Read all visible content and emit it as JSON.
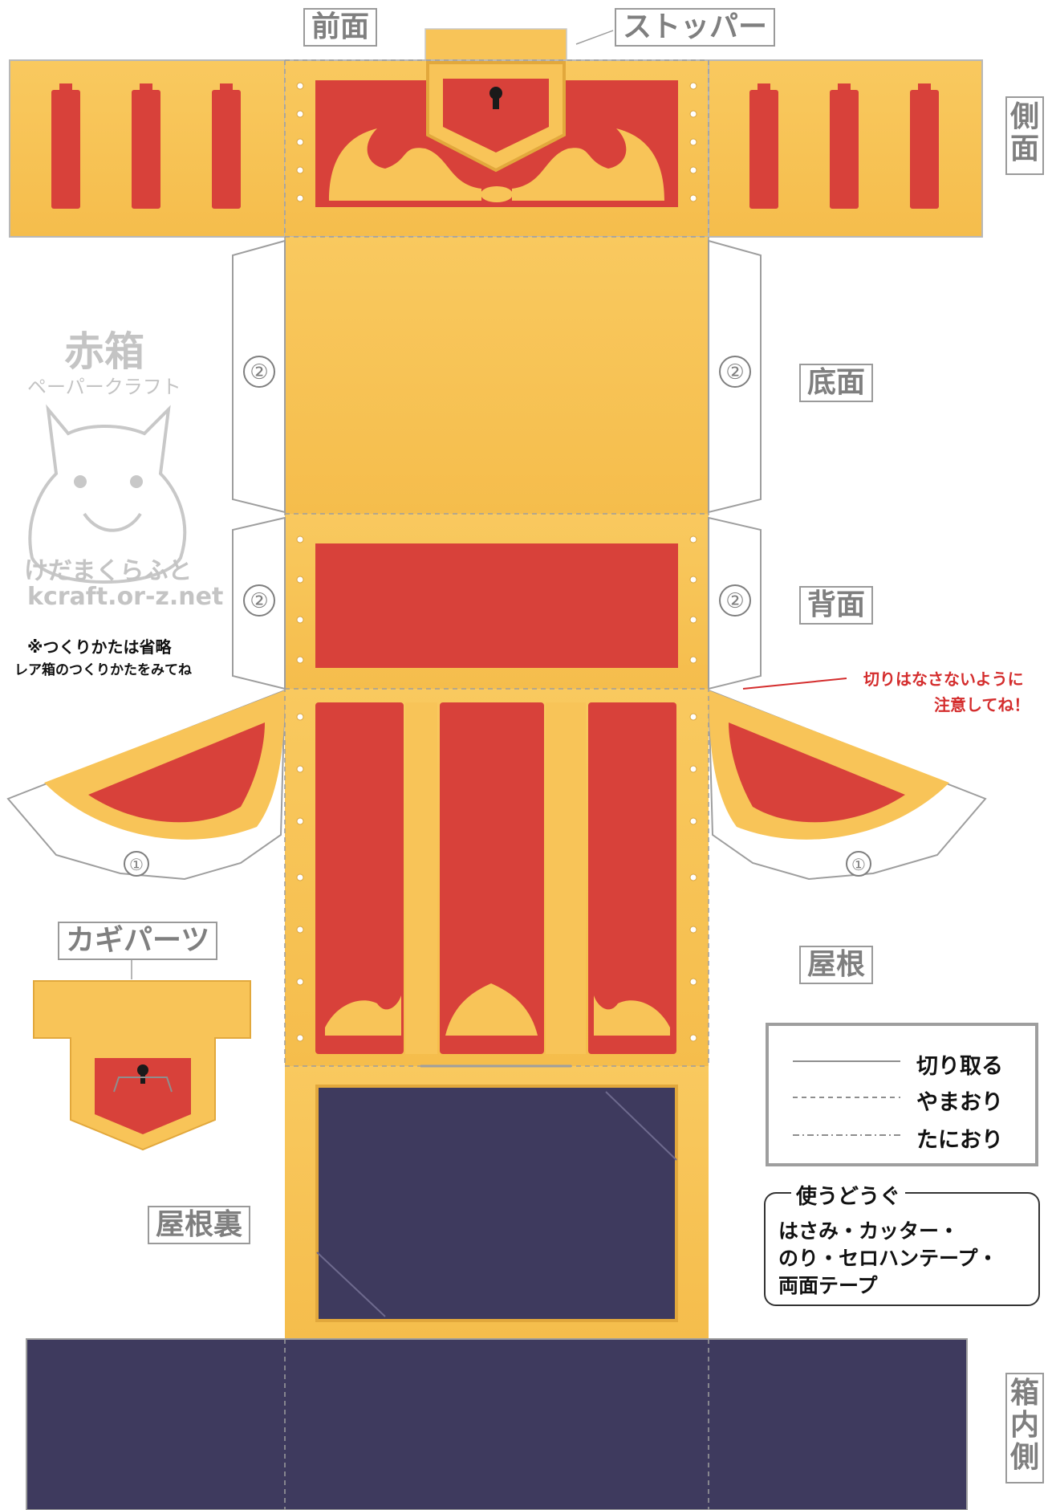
{
  "labels": {
    "front": "前面",
    "stopper": "ストッパー",
    "side": "側面",
    "bottom": "底面",
    "back": "背面",
    "roof": "屋根",
    "key_part": "カギパーツ",
    "roof_back": "屋根裏",
    "box_inside": "箱内側"
  },
  "brand": {
    "title": "赤箱",
    "subtitle": "ペーパークラフト",
    "name": "けだまくらふと",
    "url": "kcraft.or-z.net",
    "note_line1": "※つくりかたは省略",
    "note_line2": "レア箱のつくりかたをみてね"
  },
  "warning": {
    "line1": "切りはなさないように",
    "line2": "注意してね！"
  },
  "legend": {
    "items": [
      {
        "label": "切り取る",
        "style": "solid"
      },
      {
        "label": "やまおり",
        "style": "dashed"
      },
      {
        "label": "たにおり",
        "style": "dashdot"
      }
    ]
  },
  "tools": {
    "title": "使うどうぐ",
    "line1": "はさみ・カッター・",
    "line2": "のり・セロハンテープ・",
    "line3": "両面テープ"
  },
  "tab_numbers": {
    "one": "①",
    "two": "②"
  },
  "colors": {
    "gold": "#f8c458",
    "gold_dark": "#e2a83c",
    "red": "#d8413a",
    "navy": "#3e3a5e",
    "label_gray": "#7f7f7f",
    "warning_red": "#d42d2d"
  }
}
